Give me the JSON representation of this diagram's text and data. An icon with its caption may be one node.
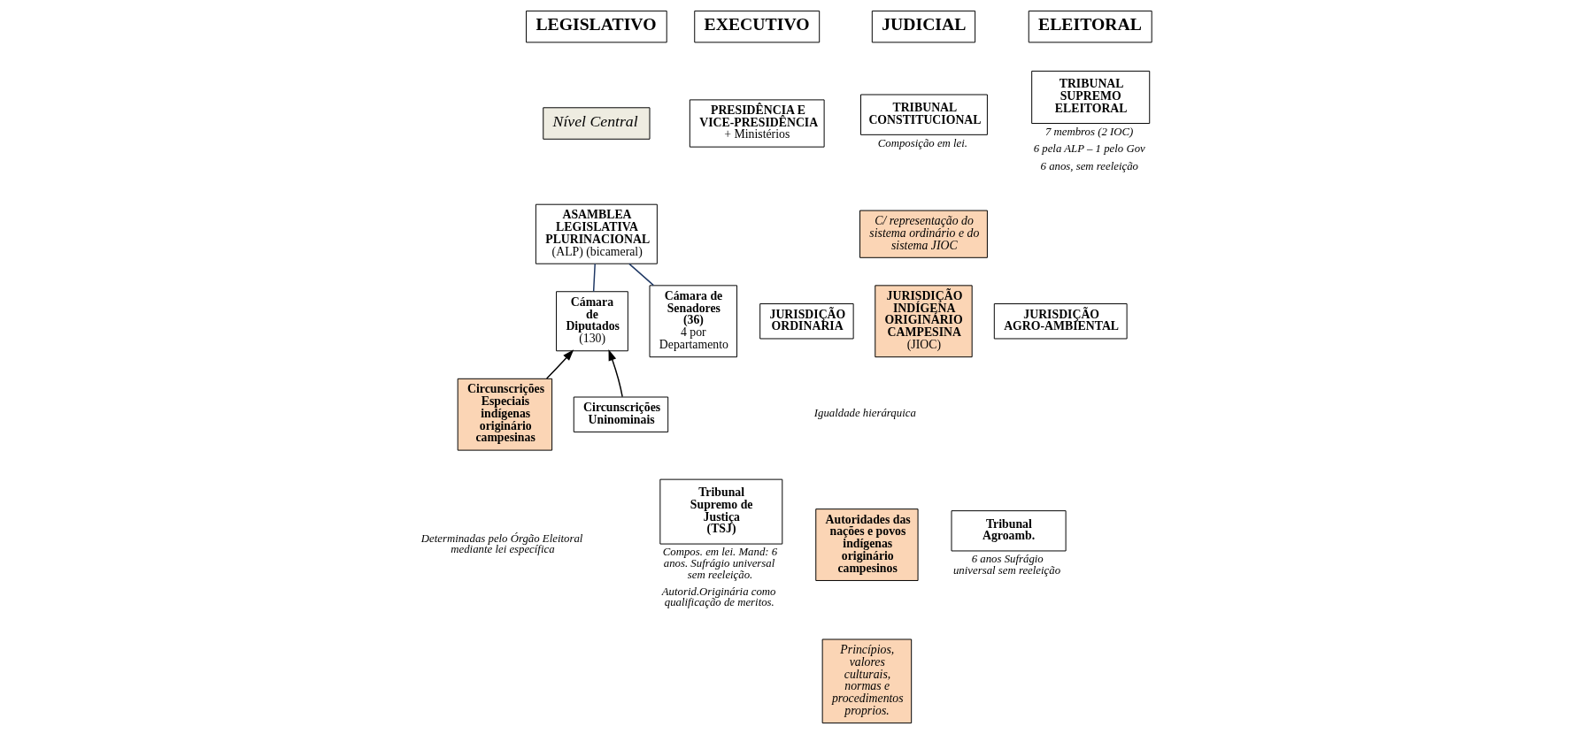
{
  "diagram": {
    "nodes": [
      {
        "text": [
          "LEGISLATIVO"
        ]
      },
      {
        "text": [
          "Nível Central"
        ]
      },
      {
        "text": [
          "ASAMBLEA LEGISLATIVA PLURINACIONAL",
          "(ALP) (bicameral)"
        ]
      },
      {
        "text": [
          "Cámara de Diputados",
          "(130)"
        ]
      },
      {
        "text": [
          "Cámara de Senadores (36)",
          "4 por Departamento"
        ]
      },
      {
        "text": [
          "Circunscrições Especiais indígenas originário campesinas"
        ]
      },
      {
        "text": [
          "Circunscrições Uninominais"
        ]
      },
      {
        "text": [
          "EXECUTIVO"
        ]
      },
      {
        "text": [
          "PRESIDÊNCIA E VICE-PRESIDÊNCIA",
          "+ Ministérios"
        ]
      },
      {
        "text": [
          "JUDICIAL"
        ]
      },
      {
        "text": [
          "TRIBUNAL CONSTITUCIONAL"
        ],
        "beside": [
          "Composição em lei."
        ]
      },
      {
        "text": [
          "C/ representação do sistema ordinário e do sistema JIOC"
        ]
      },
      {
        "text": [
          "JURISDIÇÃO ORDINARIA"
        ]
      },
      {
        "text": [
          "JURISDIÇÃO INDÍGENA ORIGINÁRIO CAMPESINA",
          "(JIOC)"
        ]
      },
      {
        "text": [
          "JURISDIÇÃO AGRO-AMBIENTAL"
        ]
      },
      {
        "text": [
          "Tribunal Supremo de Justiça (TSJ)"
        ],
        "beside": [
          "Compos. em lei. Mand: 6 anos. Sufrágio universal sem reeleição.",
          "Autorid.Originária como qualificação de meritos."
        ]
      },
      {
        "text": [
          "Autoridades das nações e povos indígenas originário campesinos"
        ]
      },
      {
        "text": [
          "Princípios, valores culturais, normas e procedimentos proprios."
        ]
      },
      {
        "text": [
          "Tribunal Agroamb."
        ],
        "beside": [
          "6 anos Sufrágio universal sem reeleição"
        ]
      },
      {
        "text": [
          "ELEITORAL"
        ]
      },
      {
        "text": [
          "TRIBUNAL SUPREMO ELEITORAL"
        ],
        "beside": [
          "7 membros (2 IOC)",
          "6 pela ALP – 1 pelo Gov",
          "6 anos, sem reeleição"
        ]
      }
    ],
    "edges": [
      {
        "from": 2,
        "to": 3,
        "arrow": "none",
        "color": "#1f3864"
      },
      {
        "from": 2,
        "to": 4,
        "arrow": "none",
        "color": "#1f3864"
      },
      {
        "from": 5,
        "to": 3,
        "arrow": "to",
        "color": "#000000"
      },
      {
        "from": 6,
        "to": 3,
        "arrow": "to",
        "color": "#000000"
      }
    ],
    "labels": [
      "Igualdade hierárquica",
      "Determinadas pelo Órgão Eleitoral mediante lei específica"
    ]
  }
}
